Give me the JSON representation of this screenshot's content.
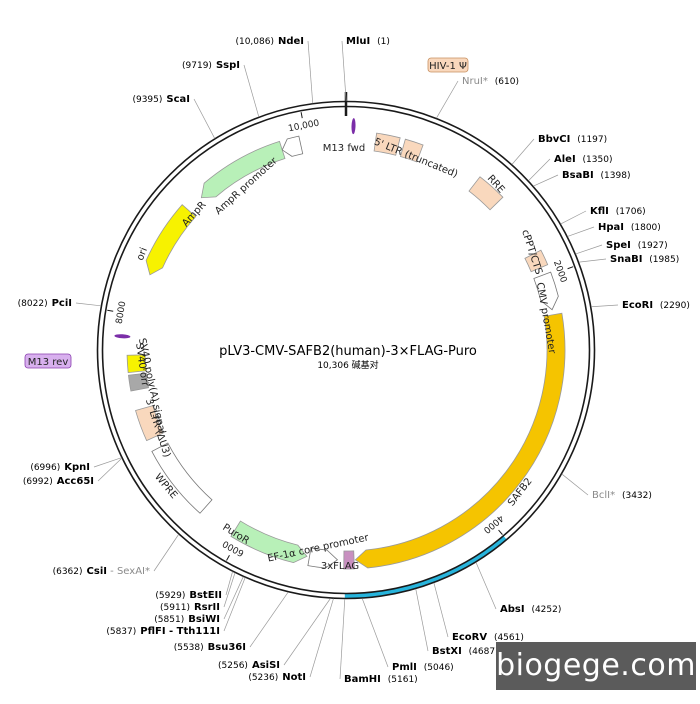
{
  "plasmid": {
    "name": "pLV3-CMV-SAFB2(human)-3×FLAG-Puro",
    "size_text": "10,306 碱基对",
    "length_bp": 10306
  },
  "colors": {
    "backbone": "#1a1a1a",
    "highlight": "#27b4dc",
    "orange": "#f5c400",
    "yellow": "#f7f200",
    "green": "#b8f0b8",
    "peach": "#f9d8bd",
    "white": "#ffffff",
    "gray": "#a8a8a8",
    "purple": "#7b2ea8",
    "mauve": "#c890c0",
    "primer": "#d8b0ee"
  },
  "ticks": [
    {
      "bp": 2000,
      "label": "2000"
    },
    {
      "bp": 4000,
      "label": "4000"
    },
    {
      "bp": 6000,
      "label": "6000"
    },
    {
      "bp": 8000,
      "label": "8000"
    },
    {
      "bp": 10000,
      "label": "10,000"
    }
  ],
  "highlight_region": {
    "start": 4000,
    "end": 5161
  },
  "features": [
    {
      "name": "M13 fwd",
      "start": 0,
      "end": 110,
      "shape": "primer",
      "color": "purple",
      "track": "inner",
      "label": "M13 fwd"
    },
    {
      "name": "5' LTR (truncated)",
      "start": 230,
      "end": 410,
      "shape": "box",
      "color": "peach",
      "track": "inner",
      "label": "5' LTR (truncated)"
    },
    {
      "name": "5' LTR (truncated) b",
      "start": 450,
      "end": 590,
      "shape": "box",
      "color": "peach",
      "track": "inner",
      "label": ""
    },
    {
      "name": "RRE",
      "start": 1080,
      "end": 1310,
      "shape": "box",
      "color": "peach",
      "track": "inner",
      "label": "RRE"
    },
    {
      "name": "cPPT/CTS",
      "start": 1800,
      "end": 1920,
      "shape": "box",
      "color": "peach",
      "track": "inner",
      "label": "cPPT/CTS"
    },
    {
      "name": "CMV promoter",
      "start": 1980,
      "end": 2260,
      "shape": "arrow_cw",
      "color": "white",
      "track": "inner",
      "label": "CMV promoter"
    },
    {
      "name": "SAFB2",
      "start": 2300,
      "end": 5080,
      "shape": "arrow_cw",
      "color": "orange",
      "track": "inner",
      "label": "SAFB2"
    },
    {
      "name": "3xFLAG",
      "start": 5090,
      "end": 5170,
      "shape": "box",
      "color": "mauve",
      "track": "inner",
      "label": "3xFLAG"
    },
    {
      "name": "EF-1α core promoter",
      "start": 5220,
      "end": 5440,
      "shape": "arrow_ccw",
      "color": "white",
      "track": "inner",
      "label": "EF-1α core promoter"
    },
    {
      "name": "PuroR",
      "start": 5460,
      "end": 6060,
      "shape": "arrow_ccw",
      "color": "green",
      "track": "inner",
      "label": "PuroR"
    },
    {
      "name": "WPRE",
      "start": 6350,
      "end": 6940,
      "shape": "box",
      "color": "white",
      "track": "inner",
      "label": "WPRE"
    },
    {
      "name": "3' LTR (ΔU3)",
      "start": 7030,
      "end": 7270,
      "shape": "box",
      "color": "peach",
      "track": "inner",
      "label": "3' LTR (ΔU3)"
    },
    {
      "name": "SV40 poly(A) signal",
      "start": 7420,
      "end": 7540,
      "shape": "box",
      "color": "gray",
      "track": "inner",
      "label": "SV40 poly(A) signal"
    },
    {
      "name": "SV40 ori",
      "start": 7560,
      "end": 7690,
      "shape": "box",
      "color": "yellow",
      "track": "inner",
      "label": "SV40 ori"
    },
    {
      "name": "M13 rev",
      "start": 7780,
      "end": 7880,
      "shape": "primer",
      "color": "purple",
      "track": "inner",
      "label": "M13 rev"
    },
    {
      "name": "ori",
      "start": 8330,
      "end": 8920,
      "shape": "arrow_ccw",
      "color": "yellow",
      "track": "inner",
      "label": "ori"
    },
    {
      "name": "AmpR",
      "start": 9060,
      "end": 9800,
      "shape": "arrow_ccw",
      "color": "green",
      "track": "inner",
      "label": "AmpR"
    },
    {
      "name": "AmpR promoter",
      "start": 9800,
      "end": 9950,
      "shape": "arrow_ccw",
      "color": "white",
      "track": "inner",
      "label": "AmpR promoter"
    },
    {
      "name": "HIV-1 Ψ",
      "start": 520,
      "end": 660,
      "shape": "none",
      "color": "peach",
      "track": "outer",
      "label": "HIV-1 Ψ"
    }
  ],
  "sites": [
    {
      "name": "MluI",
      "pos": "(1)",
      "bp": 1,
      "style": "normal"
    },
    {
      "name": "NruI*",
      "pos": "(610)",
      "bp": 610,
      "style": "gray"
    },
    {
      "name": "BbvCI",
      "pos": "(1197)",
      "bp": 1197,
      "style": "normal"
    },
    {
      "name": "AleI",
      "pos": "(1350)",
      "bp": 1350,
      "style": "normal"
    },
    {
      "name": "BsaBI",
      "pos": "(1398)",
      "bp": 1398,
      "style": "normal"
    },
    {
      "name": "KflI",
      "pos": "(1706)",
      "bp": 1706,
      "style": "normal"
    },
    {
      "name": "HpaI",
      "pos": "(1800)",
      "bp": 1800,
      "style": "normal"
    },
    {
      "name": "SpeI",
      "pos": "(1927)",
      "bp": 1927,
      "style": "normal"
    },
    {
      "name": "SnaBI",
      "pos": "(1985)",
      "bp": 1985,
      "style": "normal"
    },
    {
      "name": "EcoRI",
      "pos": "(2290)",
      "bp": 2290,
      "style": "normal"
    },
    {
      "name": "BclI*",
      "pos": "(3432)",
      "bp": 3432,
      "style": "gray"
    },
    {
      "name": "AbsI",
      "pos": "(4252)",
      "bp": 4252,
      "style": "normal"
    },
    {
      "name": "BstXI",
      "pos": "(4687)",
      "bp": 4687,
      "style": "normal"
    },
    {
      "name": "EcoRV",
      "pos": "(4561)",
      "bp": 4561,
      "style": "normal"
    },
    {
      "name": "PmlI",
      "pos": "(5046)",
      "bp": 5046,
      "style": "normal"
    },
    {
      "name": "BamHI",
      "pos": "(5161)",
      "bp": 5161,
      "style": "normal"
    },
    {
      "name": "NotI",
      "pos": "(5236)",
      "bp": 5236,
      "style": "normal"
    },
    {
      "name": "AsiSI",
      "pos": "(5256)",
      "bp": 5256,
      "style": "normal"
    },
    {
      "name": "Bsu36I",
      "pos": "(5538)",
      "bp": 5538,
      "style": "normal"
    },
    {
      "name": "PflFI - Tth111I",
      "pos": "(5837)",
      "bp": 5837,
      "style": "normal"
    },
    {
      "name": "BsiWI",
      "pos": "(5851)",
      "bp": 5851,
      "style": "normal"
    },
    {
      "name": "RsrII",
      "pos": "(5911)",
      "bp": 5911,
      "style": "normal"
    },
    {
      "name": "BstEII",
      "pos": "(5929)",
      "bp": 5929,
      "style": "normal"
    },
    {
      "name": "CsiI",
      "name2": "SexAI*",
      "pos": "(6362)",
      "bp": 6362,
      "style": "mixed"
    },
    {
      "name": "Acc65I",
      "pos": "(6992)",
      "bp": 6992,
      "style": "normal"
    },
    {
      "name": "KpnI",
      "pos": "(6996)",
      "bp": 6996,
      "style": "normal"
    },
    {
      "name": "PciI",
      "pos": "(8022)",
      "bp": 8022,
      "style": "normal"
    },
    {
      "name": "ScaI",
      "pos": "(9395)",
      "bp": 9395,
      "style": "normal"
    },
    {
      "name": "SspI",
      "pos": "(9719)",
      "bp": 9719,
      "style": "normal"
    },
    {
      "name": "NdeI",
      "pos": "(10,086)",
      "bp": 10086,
      "style": "normal"
    }
  ],
  "watermark": "biogege.com"
}
